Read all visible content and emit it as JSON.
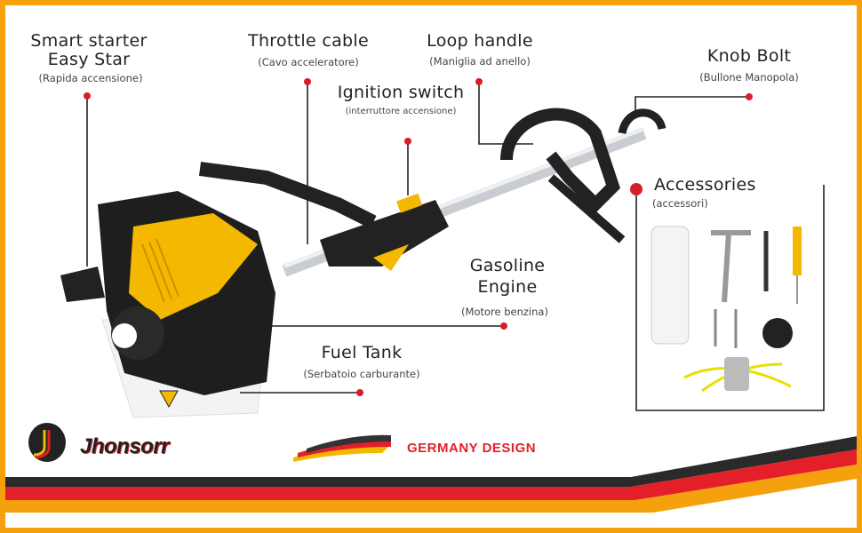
{
  "labels": {
    "smart_starter": {
      "title1": "Smart starter",
      "title2": "Easy Star",
      "sub": "(Rapida accensione)"
    },
    "throttle_cable": {
      "title": "Throttle cable",
      "sub": "(Cavo acceleratore)"
    },
    "loop_handle": {
      "title": "Loop handle",
      "sub": "(Maniglia ad anello)"
    },
    "ignition_switch": {
      "title": "Ignition switch",
      "sub": "(interruttore accensione)"
    },
    "knob_bolt": {
      "title": "Knob Bolt",
      "sub": "(Bullone Manopola)"
    },
    "accessories": {
      "title": "Accessories",
      "sub": "(accessori)"
    },
    "gasoline_engine": {
      "title1": "Gasoline",
      "title2": "Engine",
      "sub": "(Motore benzina)"
    },
    "fuel_tank": {
      "title": "Fuel Tank",
      "sub": "(Serbatoio carburante)"
    }
  },
  "brand": {
    "name": "Jhonsorr",
    "tagline": "GERMANY DESIGN"
  },
  "colors": {
    "frame": "#F5A10E",
    "red": "#E3202A",
    "black": "#222222",
    "dot": "#D81E2A"
  }
}
